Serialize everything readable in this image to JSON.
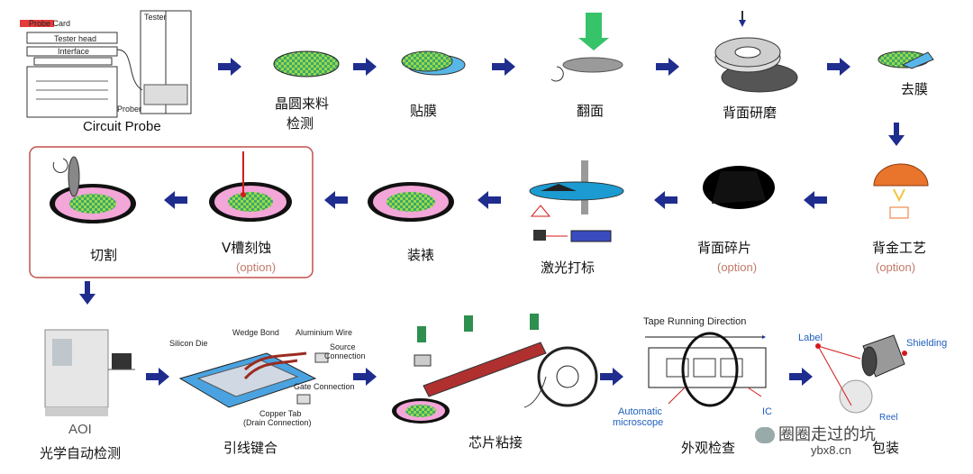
{
  "steps": {
    "circuit_probe": "Circuit Probe",
    "wafer_incoming_inspection_l1": "晶圆来料",
    "wafer_incoming_inspection_l2": "检测",
    "film_attach": "贴膜",
    "flip": "翻面",
    "back_grinding": "背面研磨",
    "film_removal": "去膜",
    "back_metal": "背金工艺",
    "back_chipping": "背面碎片",
    "laser_marking": "激光打标",
    "mounting": "装裱",
    "v_groove_etch": "V槽刻蚀",
    "dicing": "切割",
    "aoi_label": "AOI",
    "aoi": "光学自动检测",
    "wire_bonding": "引线键合",
    "die_attach": "芯片粘接",
    "visual_inspection": "外观检查",
    "packaging": "包装"
  },
  "options": {
    "back_metal": "(option)",
    "back_chipping": "(option)",
    "v_groove_etch": "(option)"
  },
  "probe_labels": {
    "probe_card": "Probe Card",
    "tester_head": "Tester head",
    "interface": "Interface",
    "tester": "Tester",
    "probe": "Prober"
  },
  "bond_labels": {
    "silicon_die": "Silicon Die",
    "wedge_bond": "Wedge Bond",
    "aluminium_wire": "Aluminium Wire",
    "source_connection_l1": "Source",
    "source_connection_l2": "Connection",
    "gate_connection": "Gate Connection",
    "copper_tab_l1": "Copper Tab",
    "copper_tab_l2": "(Drain Connection)"
  },
  "tape_labels": {
    "tape_running_direction": "Tape Running Direction",
    "automatic_microscope_l1": "Automatic",
    "automatic_microscope_l2": "microscope",
    "ic": "IC"
  },
  "pack_labels": {
    "label": "Label",
    "shielding": "Shielding",
    "reel": "Reel"
  },
  "watermark": {
    "name": "圈圈走过的坑",
    "site": "ybx8.cn"
  },
  "colors": {
    "arrow": "#1f2d8f",
    "wafer_green": "#8fdc3c",
    "wafer_pink": "#f3a6d8",
    "highlight_box": "#c0504d",
    "arrow_green": "#37c36a"
  }
}
